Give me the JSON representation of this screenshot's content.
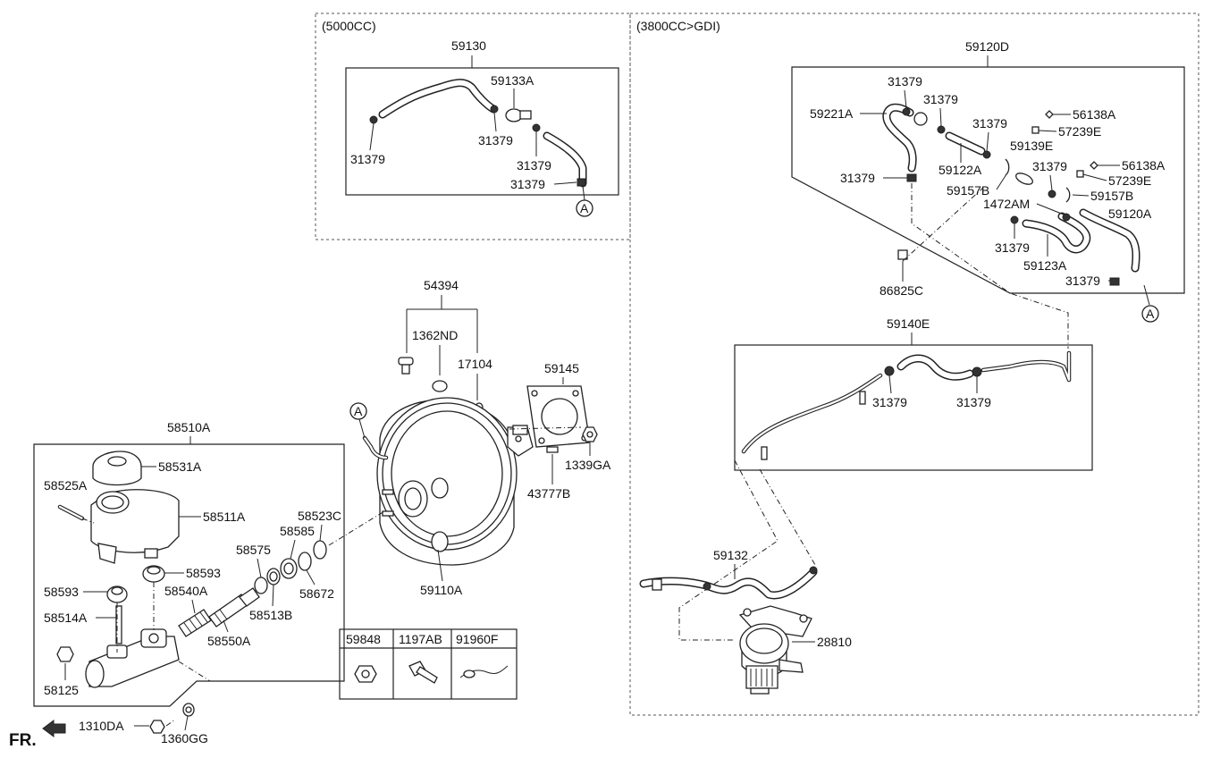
{
  "sections": {
    "gasoline_5000cc": "(5000CC)",
    "gdi_3800cc": "(3800CC>GDI)"
  },
  "front_indicator": "FR.",
  "reference_mark": "A",
  "labels": {
    "p59130": "59130",
    "p59133A": "59133A",
    "p31379_a": "31379",
    "p31379_b": "31379",
    "p31379_c": "31379",
    "p31379_d": "31379",
    "p59120D": "59120D",
    "p31379_e": "31379",
    "p31379_f": "31379",
    "p59221A": "59221A",
    "p31379_g": "31379",
    "p56138A_a": "56138A",
    "p57239E_a": "57239E",
    "p59139E": "59139E",
    "p59122A": "59122A",
    "p31379_h": "31379",
    "p56138A_b": "56138A",
    "p31379_i": "31379",
    "p57239E_b": "57239E",
    "p59157B_a": "59157B",
    "p59157B_b": "59157B",
    "p1472AM": "1472AM",
    "p59120A": "59120A",
    "p31379_j": "31379",
    "p59123A": "59123A",
    "p86825C": "86825C",
    "p31379_k": "31379",
    "p54394": "54394",
    "p1362ND": "1362ND",
    "p17104": "17104",
    "p59145": "59145",
    "p1339GA": "1339GA",
    "p43777B": "43777B",
    "p59140E": "59140E",
    "p31379_l": "31379",
    "p31379_m": "31379",
    "p58510A": "58510A",
    "p58531A": "58531A",
    "p58525A": "58525A",
    "p58511A": "58511A",
    "p58523C": "58523C",
    "p58585": "58585",
    "p58575": "58575",
    "p58593_a": "58593",
    "p58593_b": "58593",
    "p58540A": "58540A",
    "p58514A": "58514A",
    "p58513B": "58513B",
    "p58672": "58672",
    "p59110A": "59110A",
    "p58550A": "58550A",
    "p58125": "58125",
    "p1310DA": "1310DA",
    "p1360GG": "1360GG",
    "p59132": "59132",
    "p28810": "28810"
  },
  "fastener_table": {
    "headers": [
      "59848",
      "1197AB",
      "91960F"
    ],
    "icons": [
      "nut-icon",
      "bolt-icon",
      "cable-tie-icon"
    ]
  }
}
